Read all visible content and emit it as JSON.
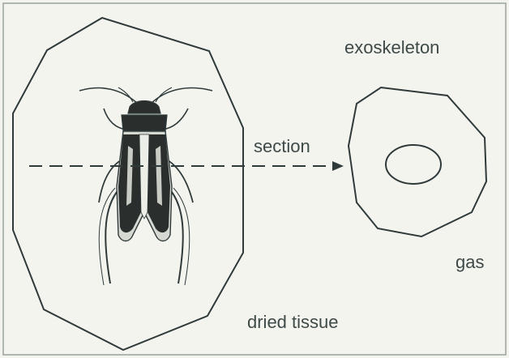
{
  "labels": {
    "exoskeleton": "exoskeleton",
    "section": "section",
    "gas": "gas",
    "dried_tissue": "dried tissue"
  },
  "colors": {
    "ink": "#2f3a3a",
    "label": "#3e4a48",
    "paper": "#f4f4ef",
    "insect_dark": "#2a2f2e",
    "insect_light": "#d6d8d2"
  },
  "icons": [
    "insect-illustration",
    "arrow-head-icon"
  ]
}
